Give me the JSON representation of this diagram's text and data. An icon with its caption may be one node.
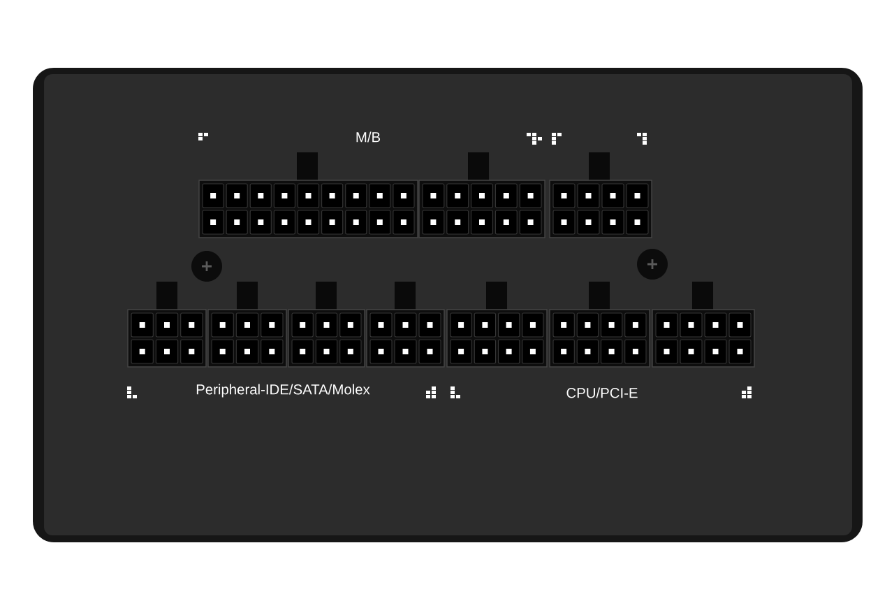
{
  "diagram": {
    "labels": [
      "M/B",
      "Peripheral-IDE/SATA/Molex",
      "CPU/PCI-E"
    ]
  }
}
